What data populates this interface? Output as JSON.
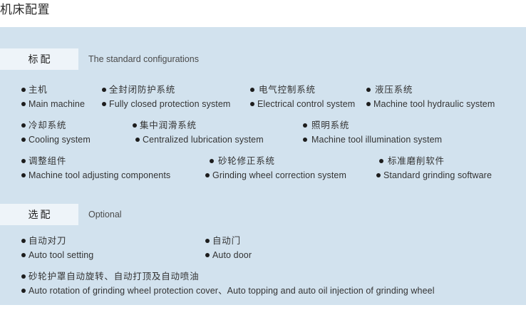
{
  "page": {
    "title": "机床配置",
    "panel_bg": "#d2e2ee",
    "badge_bg": "#eef4f9",
    "text_color": "#333333"
  },
  "sections": [
    {
      "badge": "标配",
      "subtitle": "The standard configurations",
      "rows": [
        {
          "cells": [
            {
              "cn": "主机",
              "en": "Main machine"
            },
            {
              "cn": "全封闭防护系统",
              "en": "Fully closed protection system"
            },
            {
              "cn": "电气控制系统",
              "en": "Electrical control system"
            },
            {
              "cn": "液压系统",
              "en": "Machine tool hydraulic system"
            }
          ]
        },
        {
          "cells": [
            {
              "cn": "冷却系统",
              "en": "Cooling system"
            },
            {
              "cn": "集中润滑系统",
              "en": "Centralized lubrication system"
            },
            {
              "cn": "照明系统",
              "en": "Machine tool illumination system"
            }
          ]
        },
        {
          "cells": [
            {
              "cn": "调整组件",
              "en": "Machine tool adjusting components"
            },
            {
              "cn": "砂轮修正系统",
              "en": "Grinding wheel correction system"
            },
            {
              "cn": "标准磨削软件",
              "en": "Standard grinding software"
            }
          ]
        }
      ]
    },
    {
      "badge": "选配",
      "subtitle": "Optional",
      "rows": [
        {
          "cells": [
            {
              "cn": "自动对刀",
              "en": "Auto tool setting"
            },
            {
              "cn": "自动门",
              "en": "Auto door"
            }
          ]
        },
        {
          "cells": [
            {
              "cn": "砂轮护罩自动旋转、自动打顶及自动喷油",
              "en": "Auto rotation of grinding wheel protection cover、Auto topping and auto oil injection of grinding wheel"
            }
          ]
        }
      ]
    }
  ]
}
